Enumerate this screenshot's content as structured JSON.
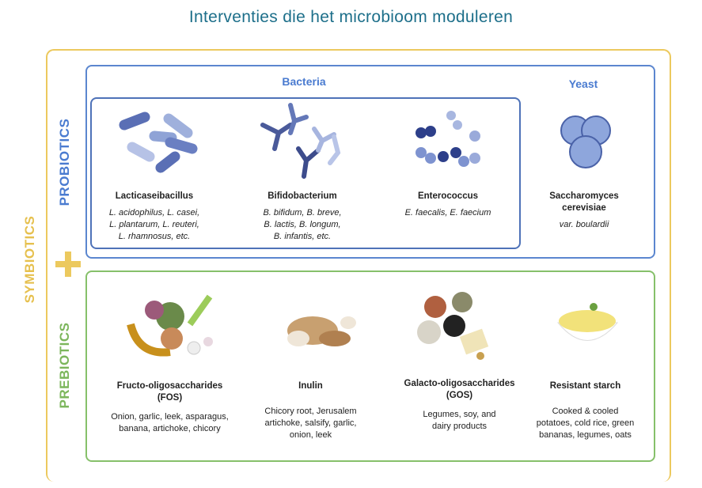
{
  "title": "Interventies die het microbioom moduleren",
  "labels": {
    "symbiotics": "SYMBIOTICS",
    "probiotics": "PROBIOTICS",
    "prebiotics": "PREBIOTICS",
    "bacteria": "Bacteria",
    "yeast": "Yeast"
  },
  "probiotics": [
    {
      "name": "Lacticaseibacillus",
      "lines": [
        "L. acidophilus, L. casei,",
        "L. plantarum, L. reuteri,",
        "L. rhamnosus, etc."
      ]
    },
    {
      "name": "Bifidobacterium",
      "lines": [
        "B. bifidum, B. breve,",
        "B. lactis, B. longum,",
        "B. infantis, etc."
      ]
    },
    {
      "name": "Enterococcus",
      "lines": [
        "E. faecalis, E. faecium"
      ]
    },
    {
      "name": "Saccharomyces cerevisiae",
      "lines": [
        "var. boulardii"
      ]
    }
  ],
  "prebiotics": [
    {
      "name": "Fructo-oligosaccharides (FOS)",
      "lines": [
        "Onion, garlic, leek, asparagus,",
        "banana, artichoke, chicory"
      ]
    },
    {
      "name": "Inulin",
      "lines": [
        "Chicory root, Jerusalem",
        "artichoke, salsify, garlic,",
        "onion, leek"
      ]
    },
    {
      "name": "Galacto-oligosaccharides (GOS)",
      "lines": [
        "Legumes, soy, and",
        "dairy products"
      ]
    },
    {
      "name": "Resistant starch",
      "lines": [
        "Cooked & cooled",
        "potatoes, cold rice, green",
        "bananas, legumes, oats"
      ]
    }
  ],
  "colors": {
    "title": "#1d6f8a",
    "symbiotics": "#ecc95e",
    "probiotics": "#5b86cf",
    "prebiotics": "#86c06a"
  }
}
